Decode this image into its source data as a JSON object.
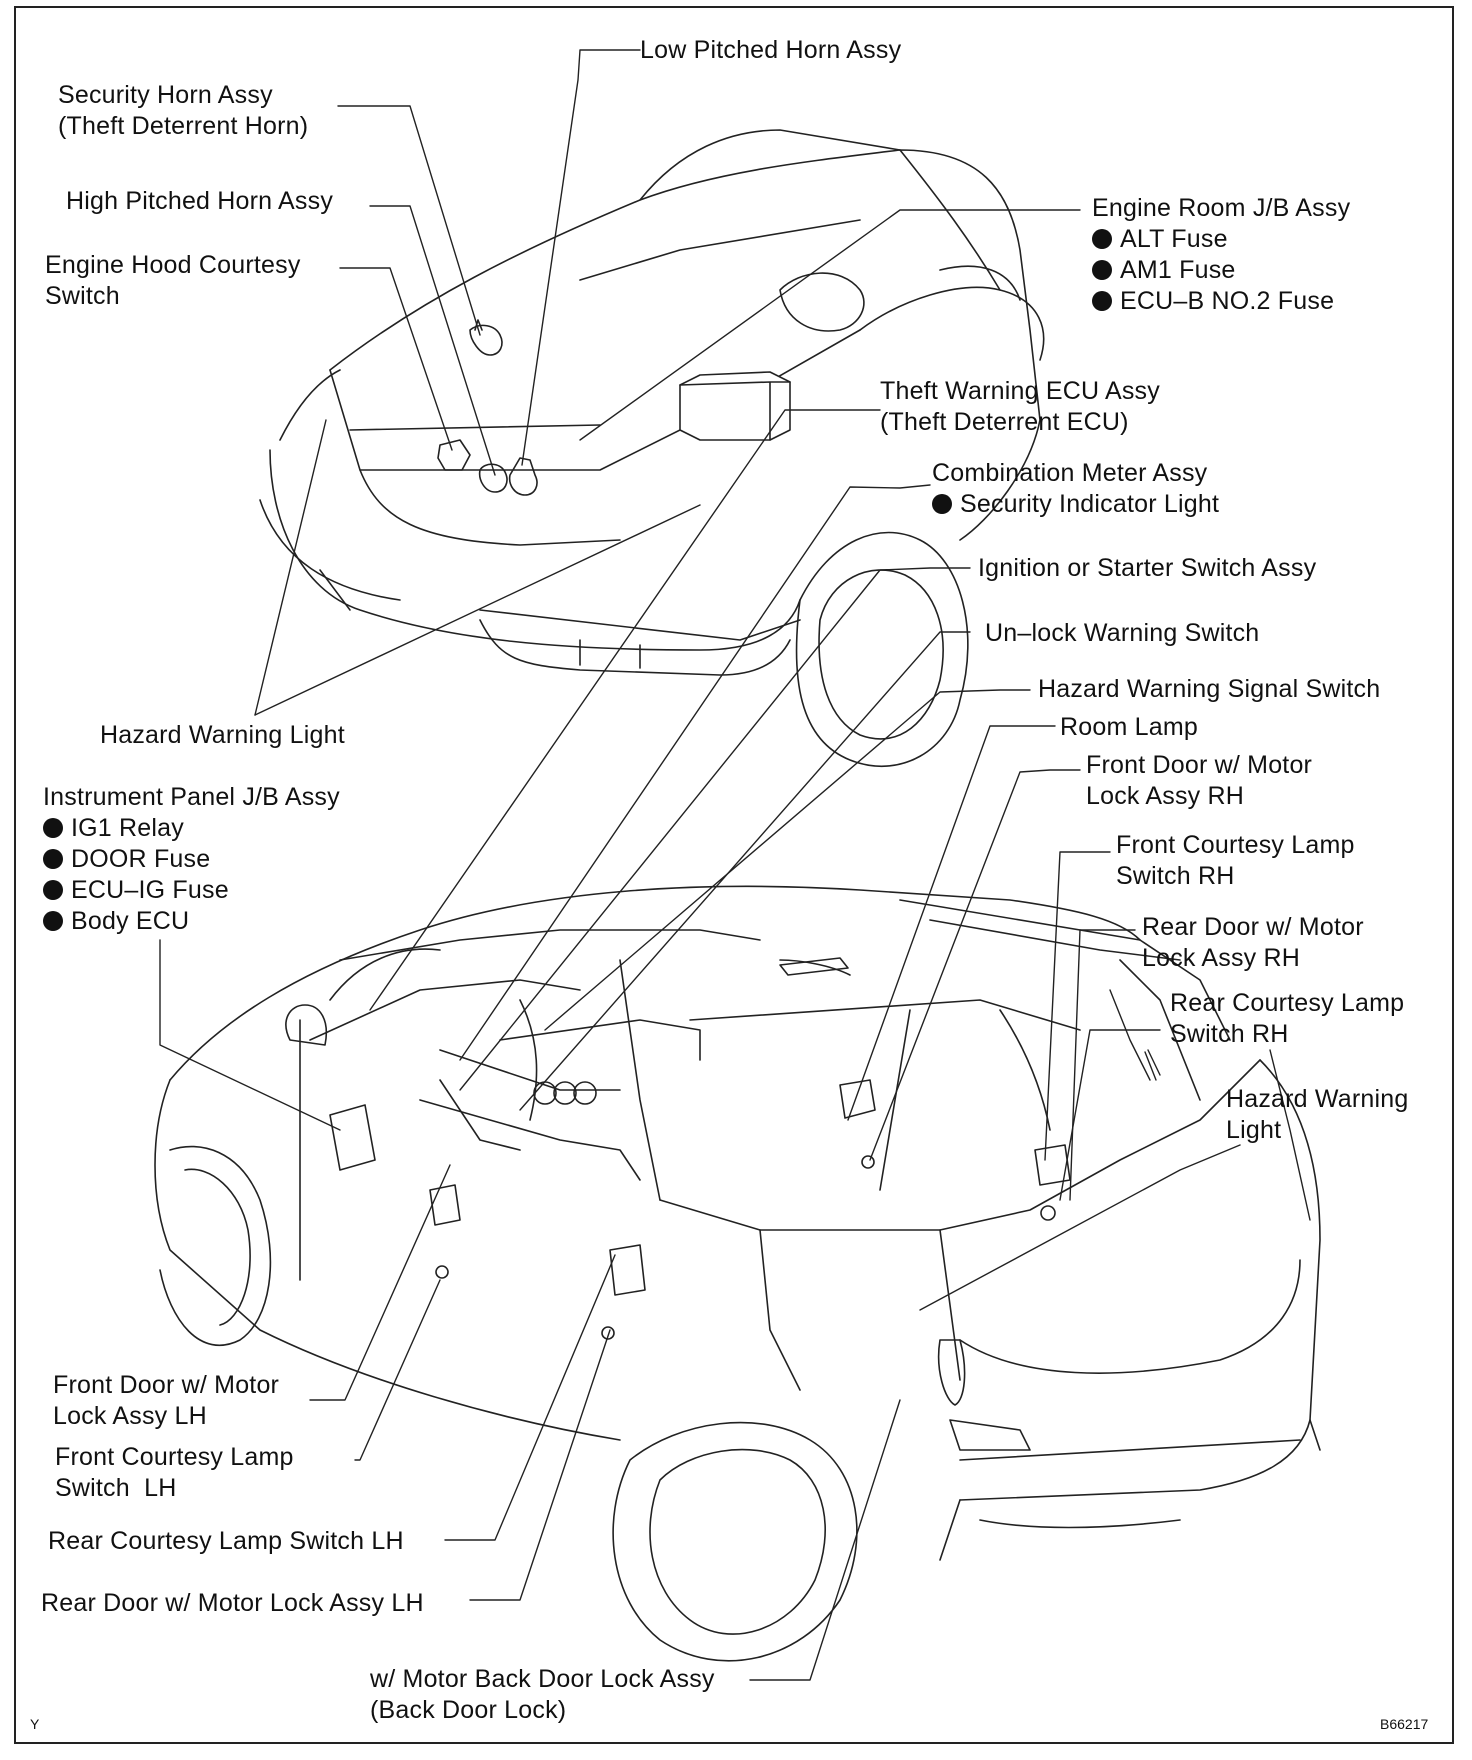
{
  "labels": {
    "low_pitched_horn": "Low Pitched Horn Assy",
    "security_horn_1": "Security Horn Assy",
    "security_horn_2": "(Theft Deterrent Horn)",
    "high_pitched_horn": "High Pitched Horn Assy",
    "engine_hood_switch_1": "Engine Hood Courtesy",
    "engine_hood_switch_2": "Switch",
    "engine_room_jb": "Engine Room J/B Assy",
    "engine_room_items": [
      "ALT Fuse",
      "AM1 Fuse",
      "ECU–B NO.2 Fuse"
    ],
    "theft_ecu_1": "Theft Warning ECU Assy",
    "theft_ecu_2": "(Theft Deterrent ECU)",
    "combo_meter": "Combination Meter Assy",
    "combo_meter_items": [
      "Security Indicator Light"
    ],
    "ignition_switch": "Ignition or Starter Switch Assy",
    "unlock_switch": "Un–lock Warning Switch",
    "hazard_switch": "Hazard Warning Signal Switch",
    "room_lamp": "Room Lamp",
    "front_door_rh_1": "Front Door w/ Motor",
    "front_door_rh_2": "Lock Assy RH",
    "front_courtesy_rh_1": "Front Courtesy Lamp",
    "front_courtesy_rh_2": "Switch RH",
    "rear_door_rh_1": "Rear Door w/ Motor",
    "rear_door_rh_2": "Lock Assy RH",
    "rear_courtesy_rh_1": "Rear Courtesy Lamp",
    "rear_courtesy_rh_2": "Switch RH",
    "hazard_light_rear_1": "Hazard Warning",
    "hazard_light_rear_2": "Light",
    "hazard_light_front": "Hazard Warning Light",
    "instrument_jb": "Instrument Panel J/B Assy",
    "instrument_items": [
      "IG1 Relay",
      "DOOR Fuse",
      "ECU–IG Fuse",
      "Body ECU"
    ],
    "front_door_lh_1": "Front Door w/ Motor",
    "front_door_lh_2": "Lock Assy LH",
    "front_courtesy_lh_1": "Front Courtesy Lamp",
    "front_courtesy_lh_2": "Switch  LH",
    "rear_courtesy_lh": "Rear Courtesy Lamp Switch LH",
    "rear_door_lh": "Rear Door w/ Motor Lock Assy LH",
    "back_door_1": "w/ Motor Back Door Lock Assy",
    "back_door_2": "(Back Door Lock)"
  },
  "corner_left": "Y",
  "corner_right": "B66217"
}
